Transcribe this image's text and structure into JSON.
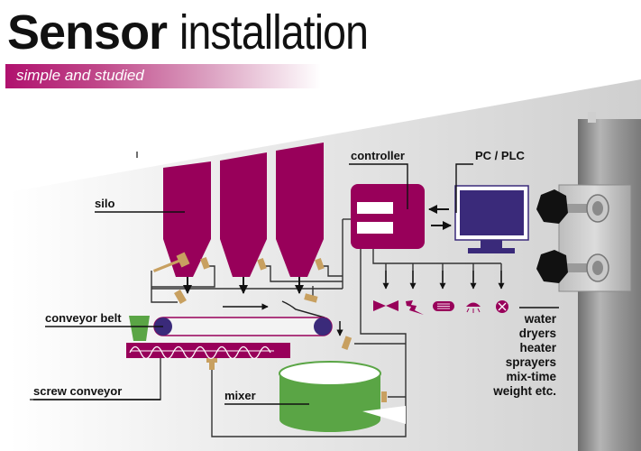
{
  "header": {
    "title_bold": "Sensor",
    "title_light": "installation",
    "subtitle": "simple and studied"
  },
  "colors": {
    "accent": "#98005a",
    "monitor": "#3a2a7a",
    "sensor": "#c8a060",
    "mixer": "#5aa545",
    "roller": "#3a2a7a",
    "background_panel": "#e6e6e6"
  },
  "labels": {
    "silo": "silo",
    "controller": "controller",
    "pc_plc": "PC / PLC",
    "conveyor_belt": "conveyor belt",
    "screw_conveyor": "screw conveyor",
    "mixer": "mixer"
  },
  "outputs": {
    "icons": [
      "valve-icon",
      "lightning-icon",
      "heater-icon",
      "sprayer-icon",
      "weight-icon"
    ],
    "items": [
      "water",
      "dryers",
      "heater",
      "sprayers",
      "mix-time",
      "weight etc."
    ]
  }
}
